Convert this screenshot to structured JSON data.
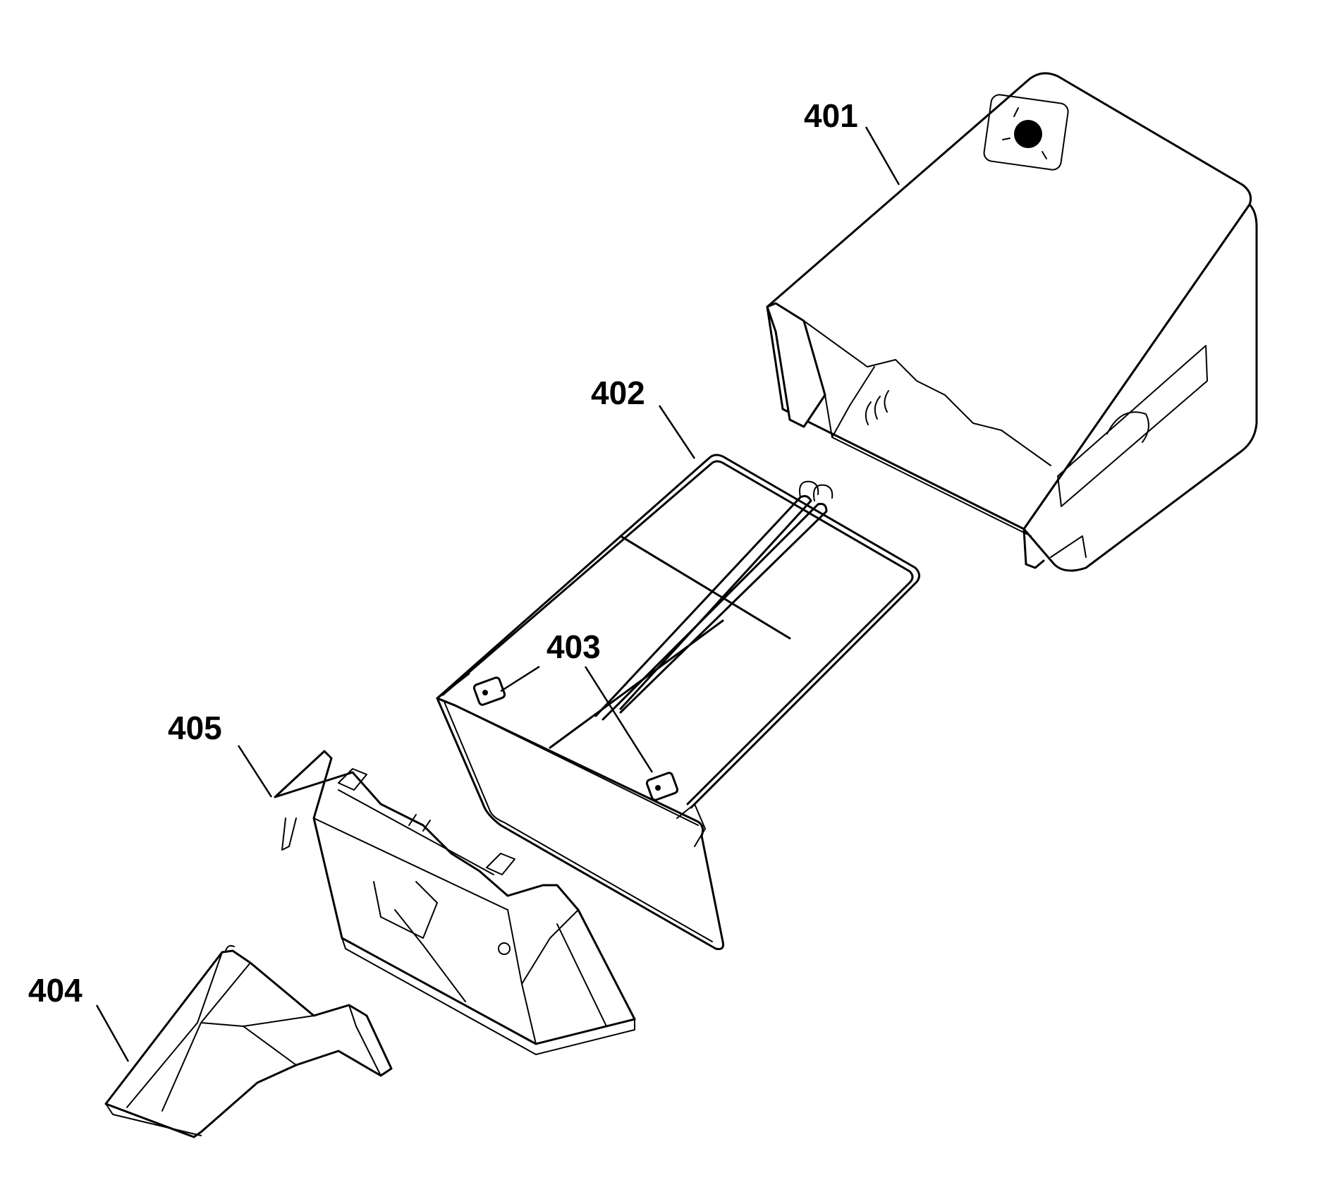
{
  "labels": {
    "p401": "401",
    "p402": "402",
    "p403": "403",
    "p404": "404",
    "p405": "405"
  },
  "colors": {
    "line": "#000000",
    "background": "#ffffff"
  }
}
